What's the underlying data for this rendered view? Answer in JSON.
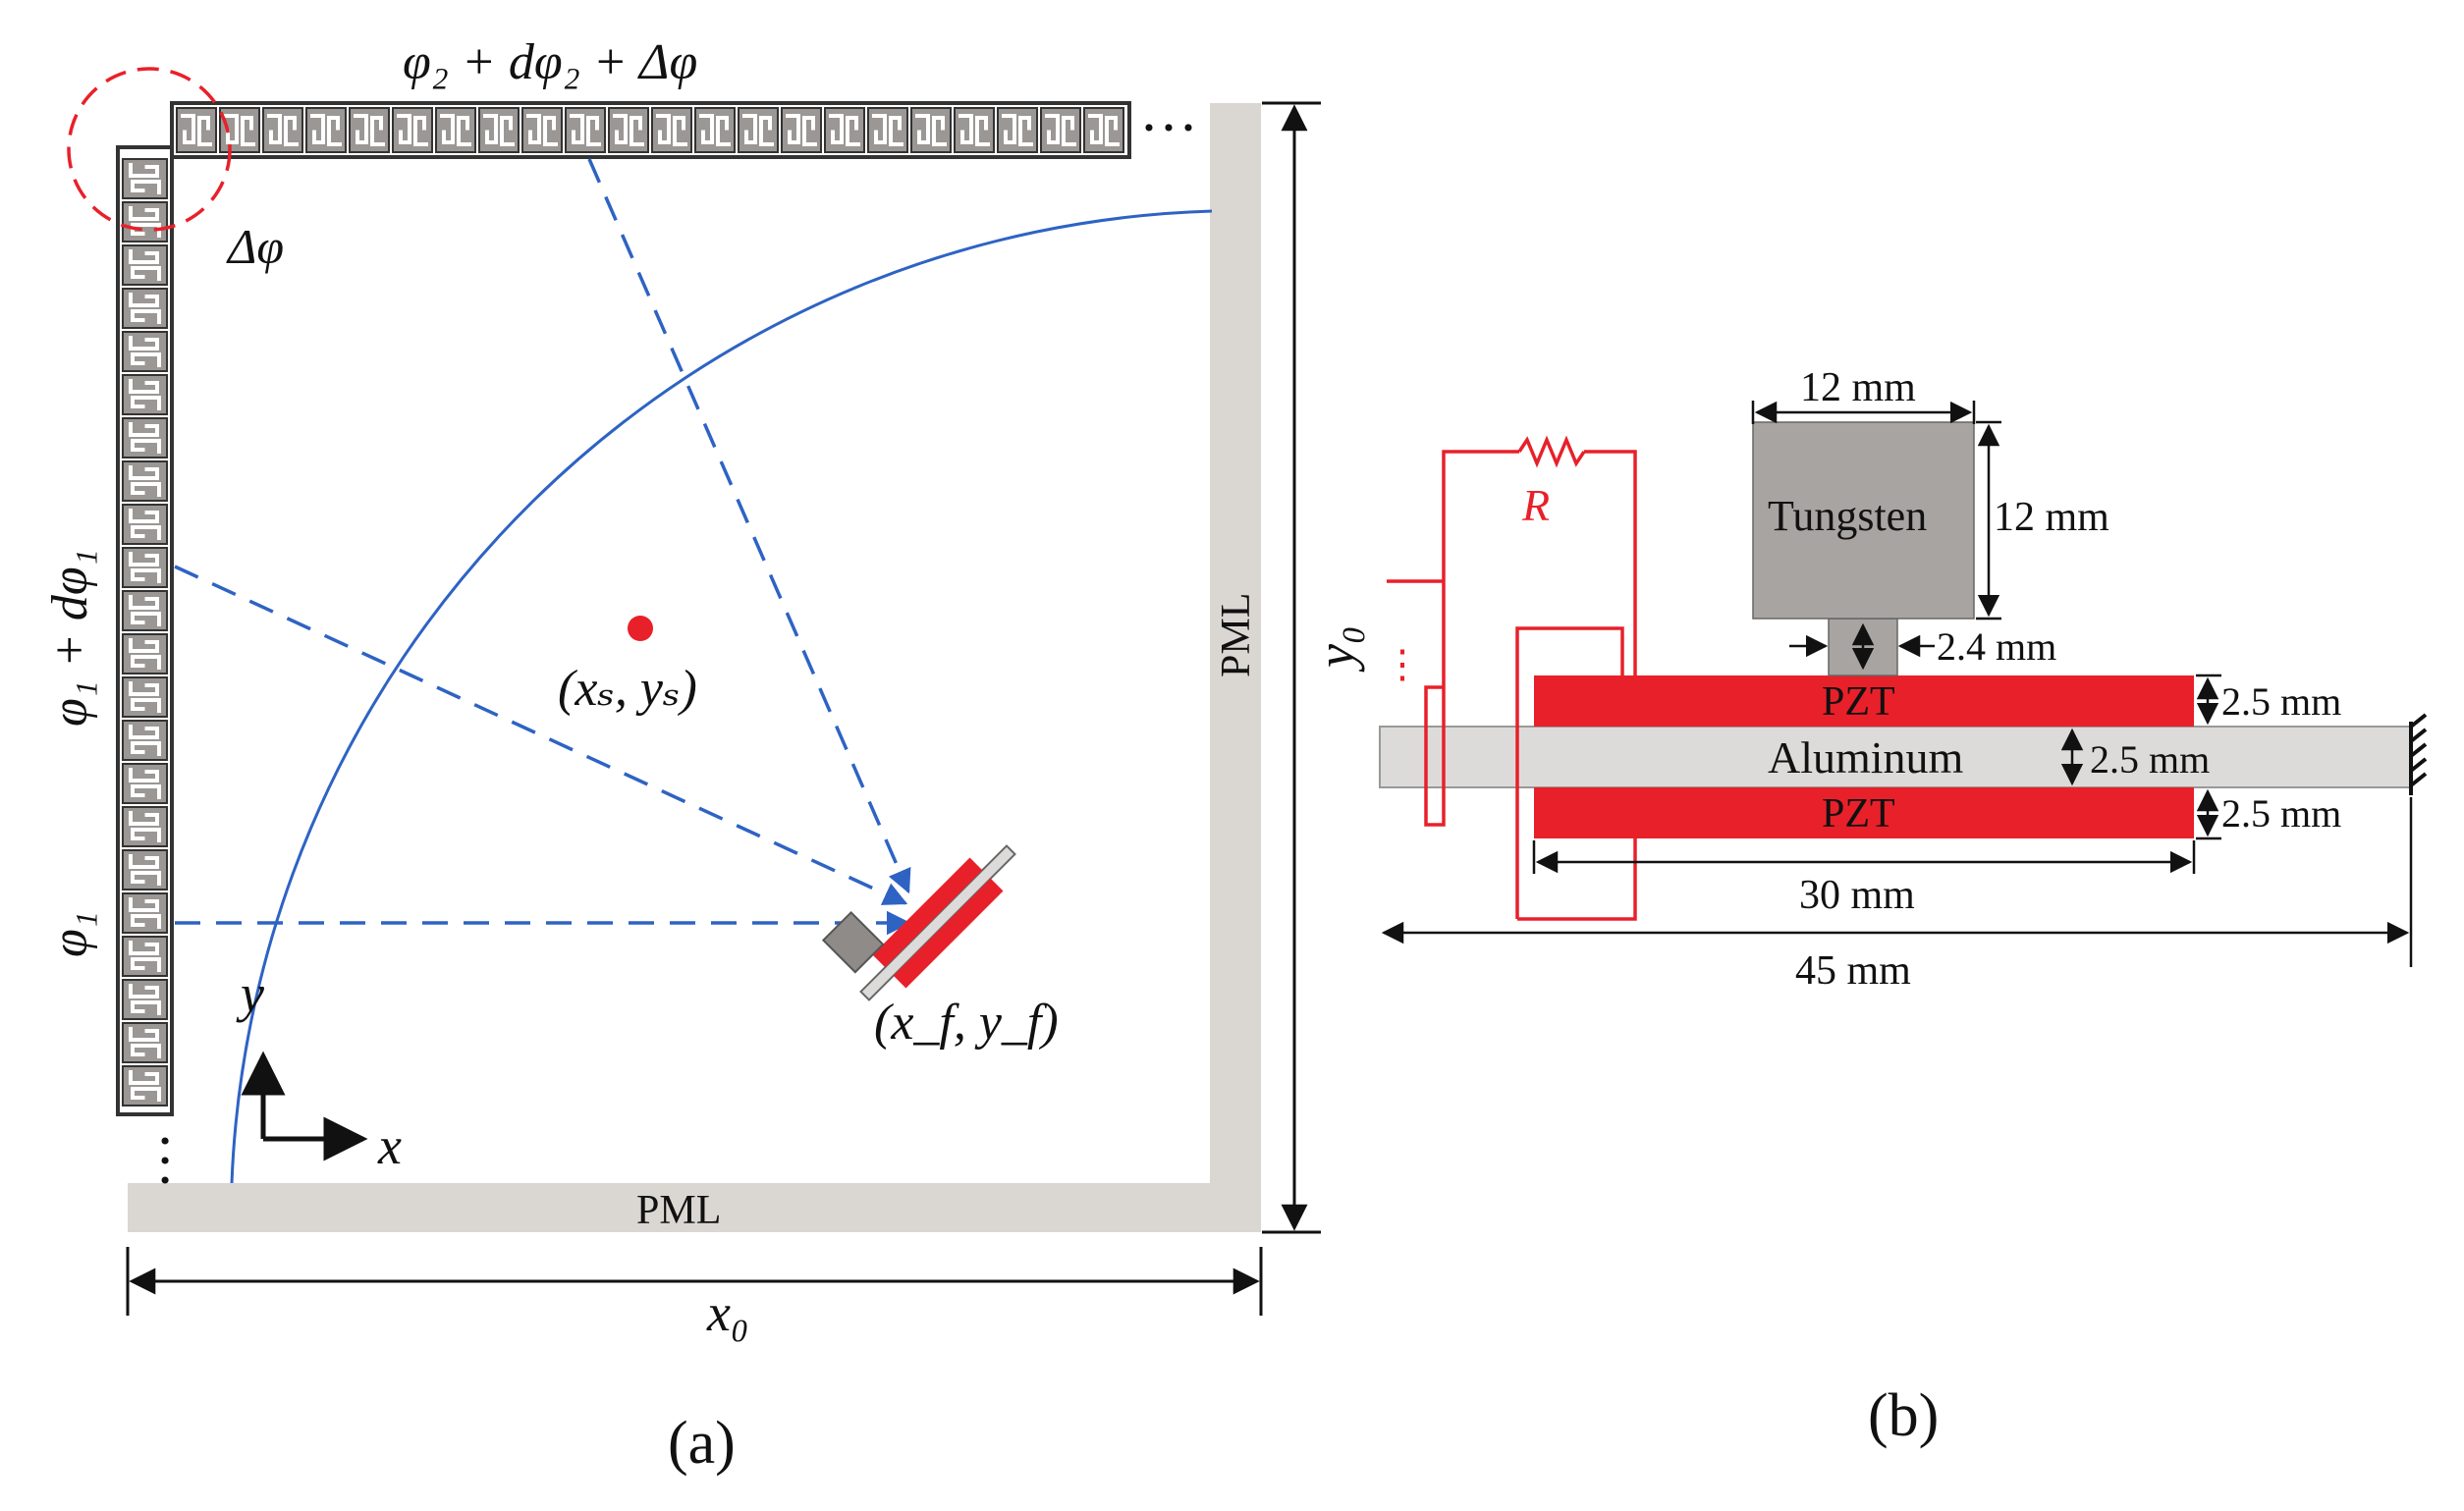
{
  "panel_a": {
    "caption": "(a)",
    "top_label": "φ₂ + dφ₂ + Δφ",
    "delta_label": "Δφ",
    "left_label_upper": "φ₁ + dφ₁",
    "left_label_lower": "φ₁",
    "source_label": "(xₛ, yₛ)",
    "harvester_label": "(x_f, y_f)",
    "pml_right_label": "PML",
    "pml_bottom_label": "PML",
    "x_dimension_label": "x₀",
    "y_dimension_label": "y₀",
    "axis_x_label": "x",
    "axis_y_label": "y",
    "ellipsis": "···",
    "colors": {
      "metamaterial_fill": "#9a9795",
      "pml": "#dad7d3",
      "wave_arc": "#2e63c4",
      "ray": "#2e63c4",
      "source_dot": "#e8202a",
      "highlight_circle": "#e8202a"
    }
  },
  "panel_b": {
    "caption": "(b)",
    "tungsten_label": "Tungsten",
    "tungsten_width": "12 mm",
    "tungsten_height": "12 mm",
    "stem_width": "2.4 mm",
    "pzt_top_label": "PZT",
    "pzt_bottom_label": "PZT",
    "aluminum_label": "Aluminum",
    "pzt_top_thickness": "2.5 mm",
    "aluminum_thickness": "2.5 mm",
    "pzt_bottom_thickness": "2.5 mm",
    "pzt_length": "30 mm",
    "beam_length": "45 mm",
    "resistor_label": "R",
    "colors": {
      "pzt": "#e8202a",
      "aluminum": "#dddbd9",
      "tungsten": "#a8a4a1",
      "circuit": "#e8202a"
    }
  }
}
